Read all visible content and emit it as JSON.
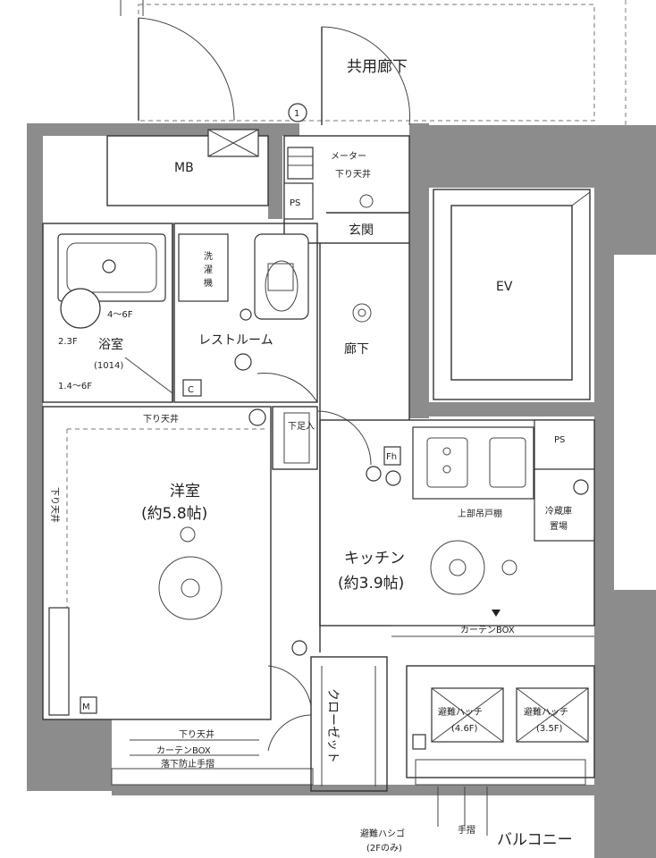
{
  "labels": {
    "common_corridor": "共用廊下",
    "mb": "MB",
    "meter": "メーター",
    "drop_ceiling": "下り天井",
    "ps": "PS",
    "entrance": "玄関",
    "ev": "EV",
    "bathroom": "浴室",
    "bath_size": "(1014)",
    "washroom_l1": "洗",
    "washroom_l2": "濯",
    "washroom_l3": "機",
    "restroom": "レストルーム",
    "hallway": "廊下",
    "western_room": "洋室",
    "western_size": "(約5.8帖)",
    "shoe_storage": "下足入",
    "kitchen": "キッチン",
    "kitchen_size": "(約3.9帖)",
    "upper_cabinet": "上部吊戸棚",
    "fridge_l1": "冷蔵庫",
    "fridge_l2": "置場",
    "curtain_box": "カーテンBOX",
    "closet": "クローゼット",
    "evac_hatch_1": "避難ハッチ",
    "evac_hatch_1_floor": "(4.6F)",
    "evac_hatch_2": "避難ハッチ",
    "evac_hatch_2_floor": "(3.5F)",
    "fall_prevention": "落下防止手摺",
    "evac_ladder": "避難ハシゴ",
    "evac_ladder_note": "(2Fのみ)",
    "handrail": "手摺",
    "balcony": "バルコニー",
    "bath_note_1": "4～6F",
    "bath_note_2": "2.3F",
    "bath_note_3": "1.4～6F",
    "c_mark": "C",
    "m_mark": "M",
    "fh_mark": "Fh",
    "circle_1": "1"
  }
}
